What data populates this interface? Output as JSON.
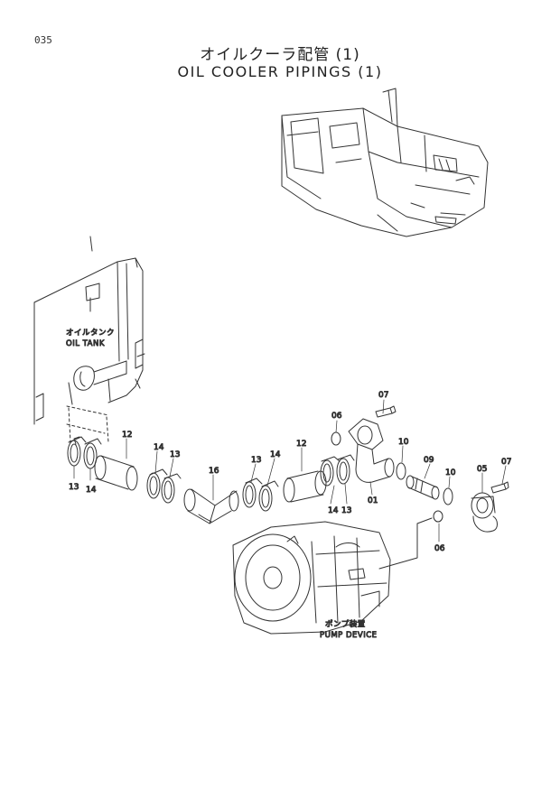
{
  "page_number": "035",
  "title_jp": "オイルクーラ配管 (1)",
  "title_en": "OIL COOLER PIPINGS (1)",
  "labels": {
    "oil_tank_jp": "オイルタンク",
    "oil_tank_en": "OIL TANK",
    "pump_jp": "ポンプ装置",
    "pump_en": "PUMP DEVICE"
  },
  "part_numbers": {
    "p13a": "13",
    "p14a": "14",
    "p12a": "12",
    "p14b": "14",
    "p13b": "13",
    "p16": "16",
    "p13c": "13",
    "p14c": "14",
    "p12b": "12",
    "p14d": "14",
    "p13d": "13",
    "p06a": "06",
    "p07a": "07",
    "p10a": "10",
    "p01": "01",
    "p09": "09",
    "p10b": "10",
    "p05": "05",
    "p07b": "07",
    "p06b": "06"
  }
}
